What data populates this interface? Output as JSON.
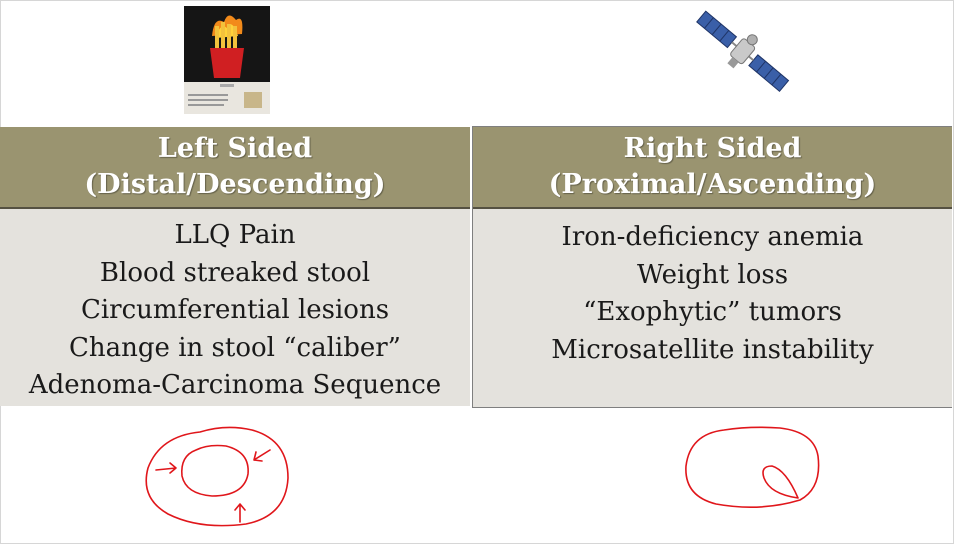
{
  "table": {
    "left": {
      "header_line1": "Left Sided",
      "header_line2": "(Distal/Descending)",
      "items": [
        "LLQ Pain",
        "Blood streaked stool",
        "Circumferential lesions",
        "Change in stool “caliber”",
        "Adenoma-Carcinoma Sequence"
      ]
    },
    "right": {
      "header_line1": "Right Sided",
      "header_line2": "(Proximal/Ascending)",
      "items": [
        "Iron-deficiency anemia",
        "Weight loss",
        "“Exophytic” tumors",
        "Microsatellite instability"
      ]
    }
  },
  "colors": {
    "header_bg": "#9a9470",
    "body_bg": "#e4e2dd",
    "ink": "#e0161b"
  },
  "icons": {
    "left_image": "french-fries-poster",
    "right_image": "satellite"
  }
}
